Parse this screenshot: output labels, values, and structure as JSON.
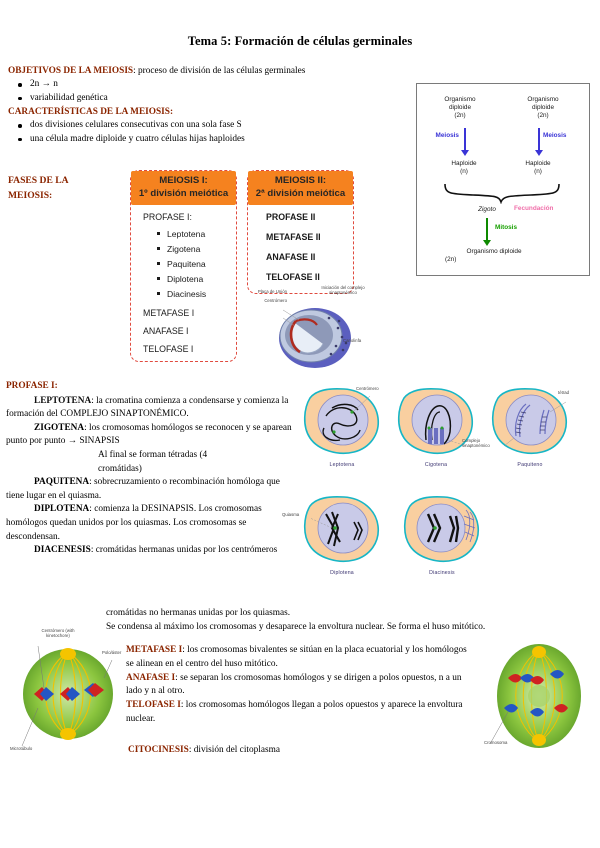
{
  "document": {
    "title": "Tema 5: Formación de células germinales"
  },
  "objectives": {
    "heading": "OBJETIVOS DE LA MEIOSIS",
    "heading_rest": ": proceso de división de las células germinales",
    "items": [
      "2n → n",
      "variabilidad genética"
    ]
  },
  "characteristics": {
    "heading": "CARACTERÍSTICAS DE LA MEIOSIS:",
    "items": [
      "dos divisiones celulares consecutivas con una sola fase S",
      "una célula madre diploide y cuatro células hijas haploides"
    ]
  },
  "phases": {
    "label_line1": "FASES DE LA",
    "label_line2": "MEIOSIS:",
    "meiosis_1": {
      "header_line1": "MEIOSIS I:",
      "header_line2": "1º división meiótica",
      "profase_label": "PROFASE I:",
      "substages": [
        "Leptotena",
        "Zigotena",
        "Paquitena",
        "Diplotena",
        "Diacinesis"
      ],
      "stages": [
        "METAFASE I",
        "ANAFASE I",
        "TELOFASE I"
      ]
    },
    "meiosis_2": {
      "header_line1": "MEIOSIS II:",
      "header_line2": "2ª división meiótica",
      "stages": [
        "PROFASE II",
        "METAFASE II",
        "ANAFASE II",
        "TELOFASE II"
      ]
    }
  },
  "synapto_figure": {
    "labels": [
      "Placa de Unión",
      "Centrómero",
      "Iniciación del complejo sinaptonémico",
      "Cariolinfa"
    ]
  },
  "life_cycle": {
    "parent_left_l1": "Organismo",
    "parent_left_l2": "diploide",
    "parent_left_l3": "(2n)",
    "parent_right_l1": "Organismo",
    "parent_right_l2": "diploide",
    "parent_right_l3": "(2n)",
    "meiosis_left": "Meiosis",
    "meiosis_right": "Meiosis",
    "haploid_left_l1": "Haploide",
    "haploid_left_l2": "(n)",
    "haploid_right_l1": "Haploide",
    "haploid_right_l2": "(n)",
    "zygote": "Zigoto",
    "fertilization": "Fecundación",
    "mitosis": "Mitosis",
    "offspring_l1": "Organismo diploide",
    "offspring_l2": "(2n)"
  },
  "profase_section": {
    "heading": "PROFASE I:",
    "paragraphs": [
      {
        "term": "LEPTOTENA",
        "text": ": la cromatina comienza a condensarse y comienza la formación del COMPLEJO SINAPTONÉMICO."
      },
      {
        "term": "ZIGOTENA",
        "text": ": los cromosomas homólogos se reconocen y se aparean punto por punto → SINAPSIS"
      },
      {
        "term": "",
        "text": "Al final se forman tétradas (4 cromátidas)"
      },
      {
        "term": "PAQUITENA",
        "text": ": sobrecruzamiento o recombinación homóloga que tiene lugar en el quiasma."
      },
      {
        "term": "DIPLOTENA",
        "text": ": comienza la DESINAPSIS. Los cromosomas homólogos quedan unidos por los quiasmas. Los cromosomas se descondensan."
      },
      {
        "term": "DIACENESIS",
        "text": ": cromátidas hermanas unidas por los centrómeros"
      }
    ],
    "cont_line1": "cromátidas no hermanas unidas por los quiasmas.",
    "cont_line2": "Se condensa al máximo los cromosomas y desaparece la envoltura nuclear. Se forma el huso mitótico."
  },
  "stage_figures": {
    "row1": [
      "Leptotena",
      "Cigotena",
      "Paquiteno"
    ],
    "row2": [
      "Diplotena",
      "Diacinesis"
    ],
    "callouts": [
      "Centrómero",
      "Complejo sinaptonémico",
      "tétrad",
      "Quiasma"
    ]
  },
  "meiosis1_phases": [
    {
      "term": "METAFASE I",
      "text": ": los cromosomas bivalentes se sitúan en la placa ecuatorial y los homólogos se alinean en el centro del huso mitótico."
    },
    {
      "term": "ANAFASE I",
      "text": ": se separan los cromosomas homólogos y se dirigen a polos opuestos, n a un lado y n al otro."
    },
    {
      "term": "TELOFASE I",
      "text": ": los cromosomas homólogos llegan a polos opuestos y aparece la envoltura nuclear."
    }
  ],
  "cytokinesis": {
    "term": "CITOCINESIS",
    "text": ": división del citoplasma"
  },
  "spindle_figures": {
    "left_labels": [
      "Centrómero (with kinetochore)",
      "Polo/áster",
      "Microtúbulo"
    ],
    "right_labels": [
      "Cromosoma"
    ]
  },
  "colors": {
    "heading_red": "#8B2500",
    "orange": "#F5821F",
    "dashed_red": "#E04A3F",
    "blue": "#3A34D6",
    "green": "#17A000",
    "pink": "#F06EA9"
  }
}
